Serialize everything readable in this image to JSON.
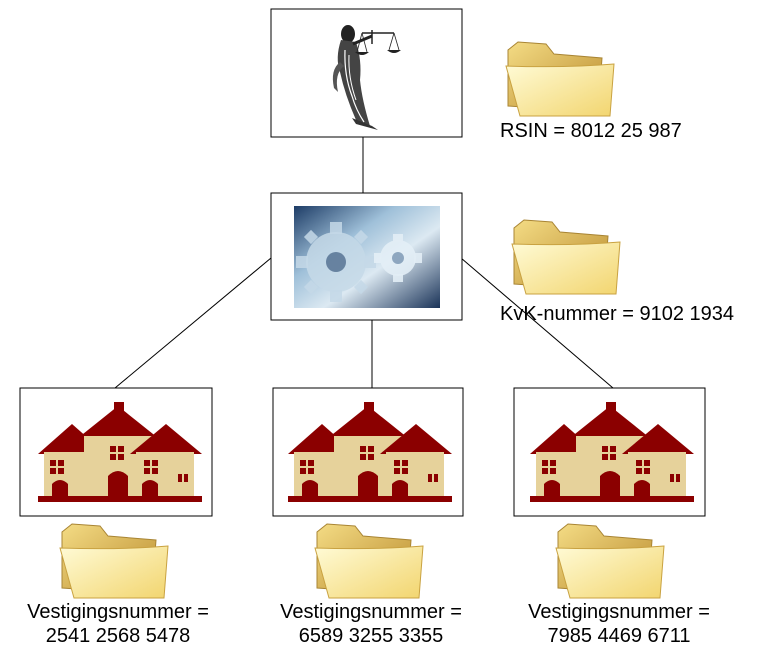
{
  "top": {
    "label": "RSIN = 8012 25 987",
    "icon": "scales-of-justice-icon"
  },
  "middle": {
    "label": "KvK-nummer = 9102 1934",
    "icon": "gears-icon"
  },
  "branches": [
    {
      "label_line1": "Vestigingsnummer =",
      "label_line2": "2541 2568 5478",
      "icon": "houses-icon"
    },
    {
      "label_line1": "Vestigingsnummer =",
      "label_line2": "6589 3255 3355",
      "icon": "houses-icon"
    },
    {
      "label_line1": "Vestigingsnummer =",
      "label_line2": "7985 4469 6711",
      "icon": "houses-icon"
    }
  ],
  "colors": {
    "folder_light": "#fff5b8",
    "folder_dark": "#d9b14a",
    "house_roof": "#8b0000",
    "house_wall": "#e6d29b"
  }
}
